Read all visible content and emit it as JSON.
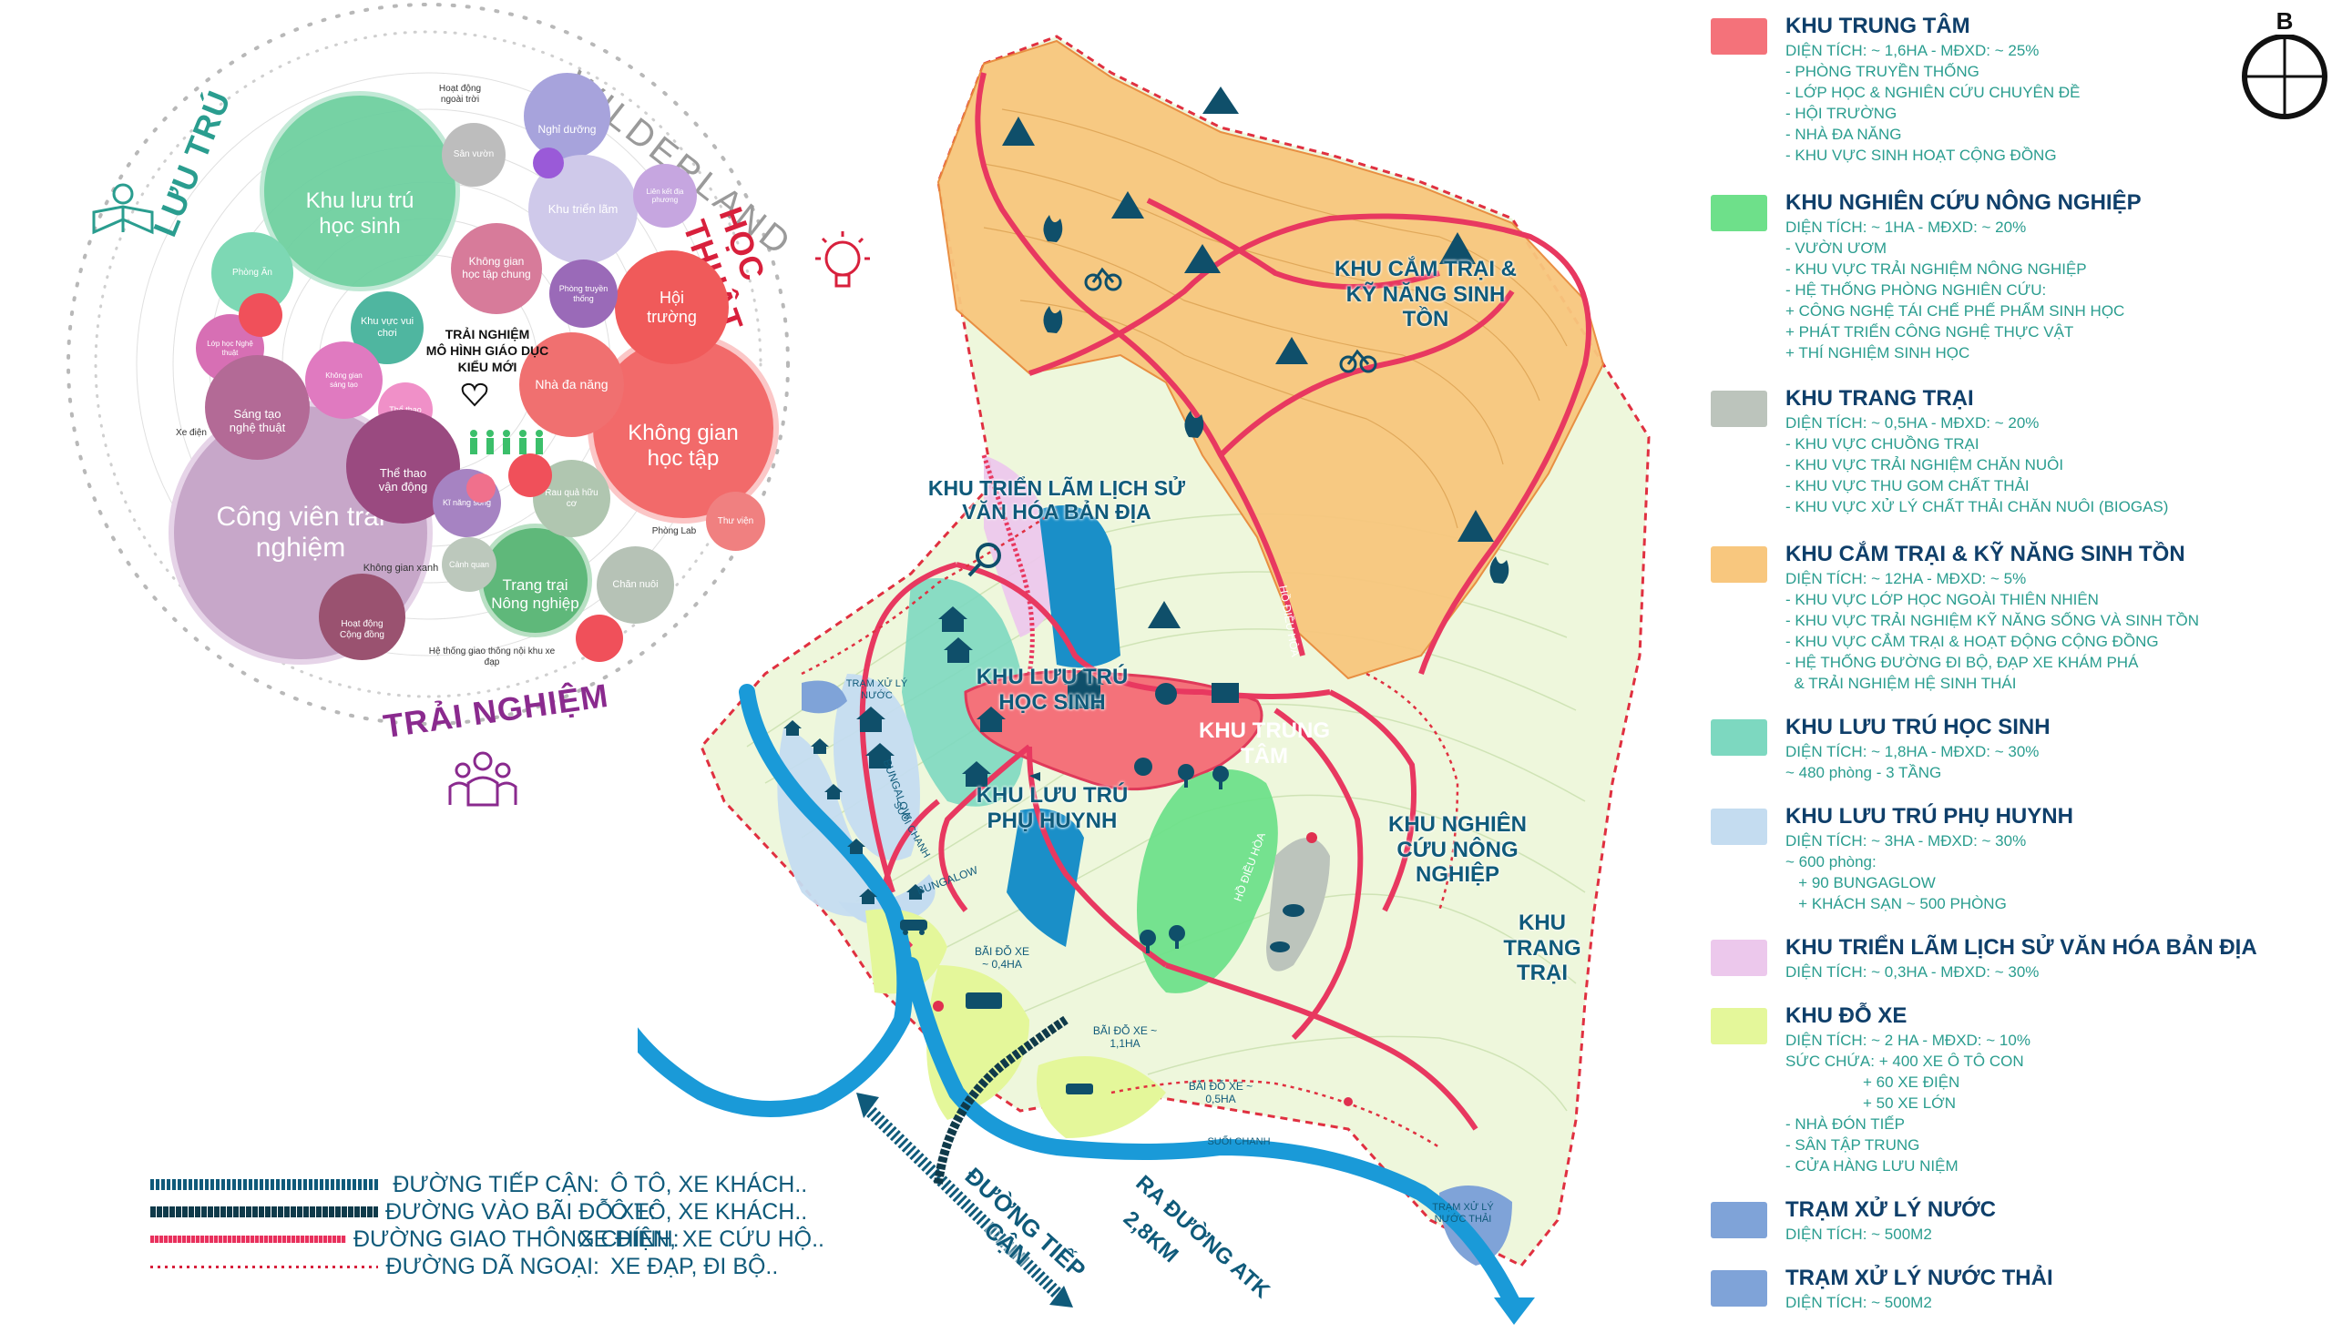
{
  "compass": {
    "letter": "B"
  },
  "bubble": {
    "title": "WILDERLAND",
    "categories": {
      "luu_tru": "LƯU TRÚ",
      "hoc_thuat": "HỌC THUẬT",
      "trai_nghiem": "TRẢI NGHIỆM"
    },
    "center_text": [
      "TRẢI NGHIỆM",
      "MÔ HÌNH GIÁO DỤC",
      "KIỂU MỚI"
    ],
    "items": {
      "khu_luu_tru": "Khu lưu trú học sinh",
      "cong_vien": "Công viên trải nghiệm",
      "khong_gian_hoc_tap": "Không gian học tập",
      "hoi_truong": "Hội trường",
      "nha_da_nang": "Nhà đa năng",
      "trang_trai": "Trang trại Nông nghiệp",
      "nghi_duong": "Nghỉ dưỡng",
      "khu_trien_lam": "Khu triển lãm",
      "khong_gian_hoc_tap_chung": "Không gian học tập chung",
      "phong_truyen_thong": "Phòng truyền thống",
      "lien_ket_dia_phuong": "Liên kết địa phương",
      "san_vuon": "Sân vườn",
      "hoat_dong_ngoai_troi": "Hoạt động ngoài trời",
      "phong_an": "Phòng Ăn",
      "khu_vui_choi": "Khu vực vui chơi",
      "lop_hoc_nghe_thuat": "Lớp học Nghệ thuật",
      "sang_tao": "Sáng tạo nghệ thuật",
      "khong_gian_sang_tao": "Không gian sáng tạo",
      "the_thao": "Thể thao",
      "the_thao_van_dong": "Thể thao vận động",
      "ki_nang_song": "Kĩ năng sống",
      "rau_qua": "Rau quả hữu cơ",
      "thu_vien": "Thư viện",
      "phong_lab": "Phòng Lab",
      "chan_nuoi": "Chăn nuôi",
      "canh_quan": "Cảnh quan",
      "khong_gian_xanh": "Không gian xanh",
      "hoat_dong_cong_dong": "Hoạt động Cộng đồng",
      "xe_dien": "Xe điện",
      "he_thong_xe_dap": "Hệ thống giao thông nội khu xe đạp"
    }
  },
  "map": {
    "labels": {
      "cam_trai": "KHU CẮM TRẠI & KỸ NĂNG SINH TỒN",
      "trien_lam": "KHU TRIỂN LÃM LỊCH SỬ VĂN HÓA BẢN ĐỊA",
      "luu_tru_hoc_sinh": "KHU LƯU TRÚ HỌC SINH",
      "luu_tru_phu_huynh": "KHU LƯU TRÚ PHỤ HUYNH",
      "trung_tam": "KHU TRUNG TÂM",
      "nghien_cuu": "KHU NGHIÊN CỨU NÔNG NGHIỆP",
      "trang_trai": "KHU TRANG TRẠI",
      "ho_dieu_hoa_1": "HỒ ĐIỀU HÒA",
      "ho_dieu_hoa_2": "HỒ ĐIỀU HÒA",
      "tram_xu_ly_nuoc": "TRẠM XỬ LÝ NƯỚC",
      "tram_xu_ly_nuoc_thai": "TRẠM XỬ LÝ NƯỚC THẢI",
      "bungalow_1": "BUNGALOW",
      "bungalow_2": "BUNGALOW",
      "suoi_chanh_1": "SUỐI CHANH",
      "suoi_chanh_2": "SUỐI CHANH",
      "bai_do_1": "BÃI ĐỖ XE ~ 0,4HA",
      "bai_do_2": "BÃI ĐỖ XE ~ 1,1HA",
      "bai_do_3": "BÃI ĐỖ XE ~ 0,5HA",
      "duong_tiep_can": "ĐƯỜNG TIẾP CẬN",
      "ra_duong_atk": "RA ĐƯỜNG ATK",
      "distance": "2,8KM"
    }
  },
  "route_legend": [
    {
      "label": "ĐƯỜNG TIẾP CẬN:",
      "value": "Ô TÔ, XE KHÁCH..",
      "style": "access",
      "color": "#0f5a7a"
    },
    {
      "label": "ĐƯỜNG VÀO BÃI ĐỖ XE:",
      "value": "Ô TÔ, XE KHÁCH..",
      "style": "parking",
      "color": "#0f3a4a"
    },
    {
      "label": "ĐƯỜNG GIAO THÔNG CHÍNH:",
      "value": "XE ĐIỆN, XE CỨU HỘ..",
      "style": "main",
      "color": "#e8305c"
    },
    {
      "label": "ĐƯỜNG DÃ NGOẠI:",
      "value": "XE ĐẠP, ĐI BỘ..",
      "style": "trail",
      "color": "#d8203c"
    }
  ],
  "zone_legend": [
    {
      "title": "KHU TRUNG TÂM",
      "color": "#f4727a",
      "details": [
        "DIỆN TÍCH: ~ 1,6HA - MĐXD: ~ 25%",
        "- PHÒNG TRUYỀN THỐNG",
        "- LỚP HỌC & NGHIÊN CỨU CHUYÊN ĐỀ",
        "- HỘI TRƯỜNG",
        "- NHÀ ĐA NĂNG",
        "- KHU VỰC SINH HOẠT CỘNG ĐỒNG"
      ]
    },
    {
      "title": "KHU NGHIÊN CỨU NÔNG NGHIỆP",
      "color": "#6ee08a",
      "details": [
        "DIỆN TÍCH: ~ 1HA - MĐXD: ~ 20%",
        "- VƯỜN ƯƠM",
        "- KHU VỰC TRẢI NGHIỆM NÔNG NGHIỆP",
        "- HỆ THỐNG PHÒNG NGHIÊN CỨU:",
        "+ CÔNG NGHỆ TÁI CHẾ PHẾ PHẨM SINH HỌC",
        "+ PHÁT TRIỂN CÔNG NGHỆ THỰC VẬT",
        "+ THÍ NGHIỆM SINH HỌC"
      ]
    },
    {
      "title": "KHU TRANG TRẠI",
      "color": "#bcc4bc",
      "details": [
        "DIỆN TÍCH: ~ 0,5HA - MĐXD: ~ 20%",
        "- KHU VỰC CHUỒNG TRẠI",
        "- KHU VỰC TRẢI NGHIỆM CHĂN NUÔI",
        "- KHU VỰC THU GOM CHẤT THẢI",
        "- KHU VỰC XỬ LÝ CHẤT THẢI CHĂN NUÔI (BIOGAS)"
      ]
    },
    {
      "title": "KHU CẮM TRẠI & KỸ NĂNG SINH TỒN",
      "color": "#f8c77e",
      "details": [
        "DIỆN TÍCH: ~ 12HA - MĐXD: ~ 5%",
        "- KHU VỰC LỚP HỌC NGOÀI THIÊN NHIÊN",
        "- KHU VỰC TRẢI NGHIỆM KỸ NĂNG SỐNG VÀ SINH TỒN",
        "- KHU VỰC CẮM TRẠI & HOẠT ĐỘNG CỘNG ĐỒNG",
        "- HỆ THỐNG ĐƯỜNG ĐI BỘ, ĐẠP XE KHÁM PHÁ",
        "  & TRẢI NGHIỆM HỆ SINH THÁI"
      ]
    },
    {
      "title": "KHU LƯU TRÚ HỌC SINH",
      "color": "#7dd8c0",
      "details": [
        "DIỆN TÍCH: ~ 1,8HA - MĐXD: ~ 30%",
        "~ 480 phòng - 3 TẦNG"
      ]
    },
    {
      "title": "KHU LƯU TRÚ PHỤ HUYNH",
      "color": "#c4dcf0",
      "details": [
        "DIỆN TÍCH: ~ 3HA - MĐXD: ~ 30%",
        "~ 600 phòng:",
        "   + 90 BUNGAGLOW",
        "   + KHÁCH SẠN ~ 500 PHÒNG"
      ]
    },
    {
      "title": "KHU TRIỂN LÃM LỊCH SỬ VĂN HÓA BẢN ĐỊA",
      "color": "#ecc8ec",
      "details": [
        "DIỆN TÍCH: ~ 0,3HA - MĐXD: ~ 30%"
      ]
    },
    {
      "title": "KHU ĐỖ XE",
      "color": "#e4f79a",
      "details": [
        "DIỆN TÍCH: ~ 2 HA - MĐXD: ~ 10%",
        "SỨC CHỨA: + 400 XE Ô TÔ CON",
        "                  + 60 XE ĐIỆN",
        "                  + 50 XE LỚN",
        "- NHÀ ĐÓN TIẾP",
        "- SÂN TẬP TRUNG",
        "- CỬA HÀNG LƯU NIỆM"
      ]
    },
    {
      "title": "TRẠM XỬ LÝ NƯỚC",
      "color": "#7fa3d8",
      "details": [
        "DIỆN TÍCH: ~ 500M2"
      ]
    },
    {
      "title": "TRẠM XỬ LÝ NƯỚC THẢI",
      "color": "#7fa3d8",
      "details": [
        "DIỆN TÍCH: ~ 500M2"
      ]
    }
  ]
}
